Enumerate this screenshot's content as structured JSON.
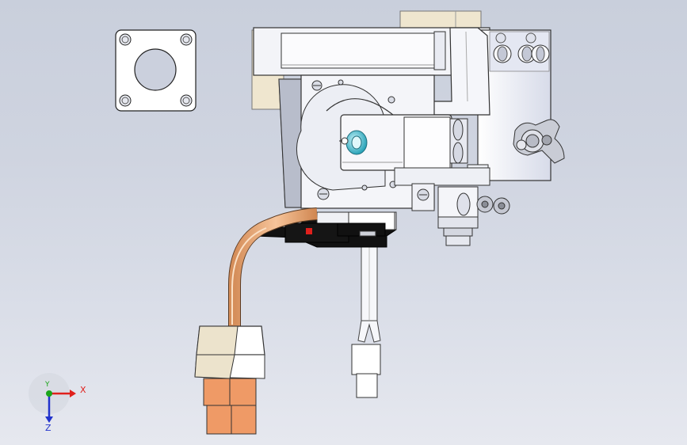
{
  "viewport": {
    "background_top": "#c9cfdc",
    "background_bottom": "#e6e8ef"
  },
  "triad": {
    "x_label": "X",
    "y_label": "Y",
    "z_label": "Z",
    "x_color": "#e0201c",
    "y_color": "#1aa51a",
    "z_color": "#2233cc"
  },
  "model": {
    "metal_color": "#f2f3f8",
    "bracket_color": "#c8ccd8",
    "cream_color": "#efe6cf",
    "copper_color": "#ef9a66",
    "hose_color": "#e8a26a",
    "clip_color": "#111111",
    "indicator_color": "#e0201c",
    "lens_color": "#5cc8d8"
  }
}
